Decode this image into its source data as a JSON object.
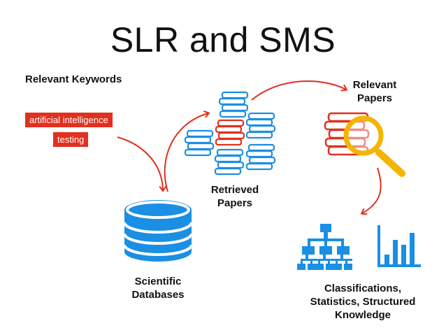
{
  "title": "SLR and SMS",
  "keywords": {
    "heading": "Relevant Keywords",
    "items": [
      "artificial intelligence",
      "testing"
    ]
  },
  "nodes": {
    "databases": "Scientific\nDatabases",
    "retrieved": "Retrieved\nPapers",
    "relevant": "Relevant\nPapers",
    "knowledge": "Classifications,\nStatistics, Structured\nKnowledge"
  },
  "colors": {
    "blue": "#1a8fe3",
    "red": "#e0301e",
    "yellow": "#f5b400",
    "text": "#111111"
  },
  "icons": [
    "database-icon",
    "book-stack-icon",
    "magnifier-icon",
    "hierarchy-icon",
    "bar-chart-icon",
    "arrow-icon"
  ]
}
